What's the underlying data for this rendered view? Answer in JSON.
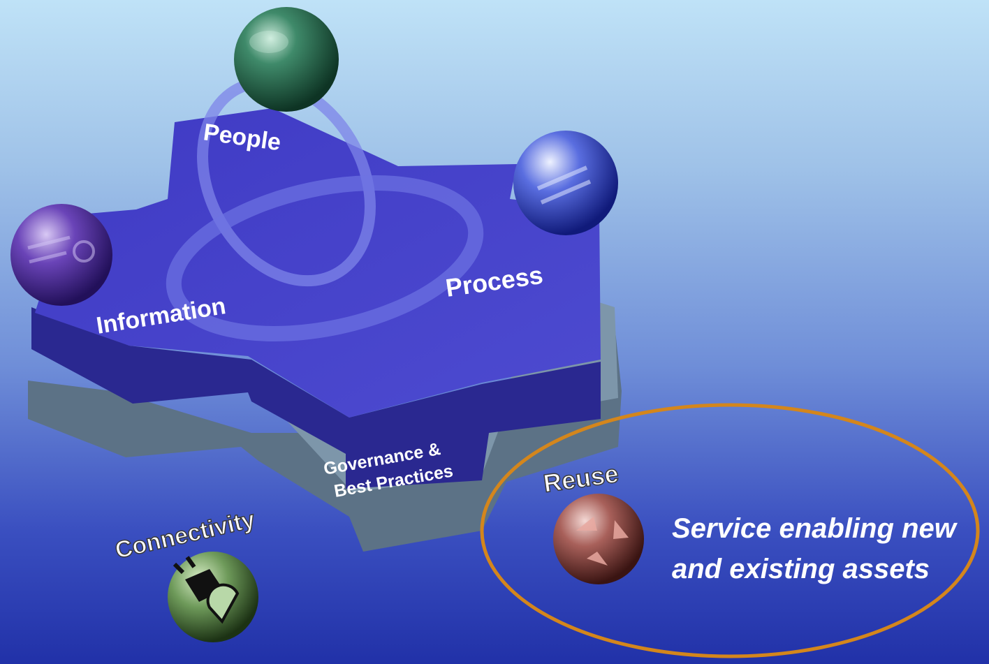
{
  "labels": {
    "people": "People",
    "process": "Process",
    "information": "Information",
    "governance_line1": "Governance &",
    "governance_line2": "Best Practices",
    "connectivity": "Connectivity",
    "reuse": "Reuse"
  },
  "callout": {
    "text": "Service enabling new and existing assets"
  },
  "colors": {
    "platform_top": "#4a45c8",
    "platform_side": "#2a2890",
    "base_top": "#7d96aa",
    "base_side": "#5c7286",
    "highlight_ellipse": "#d4861c"
  },
  "icons": [
    "people-sphere-icon",
    "process-sphere-icon",
    "information-sphere-icon",
    "connectivity-plug-icon",
    "reuse-recycle-icon"
  ]
}
